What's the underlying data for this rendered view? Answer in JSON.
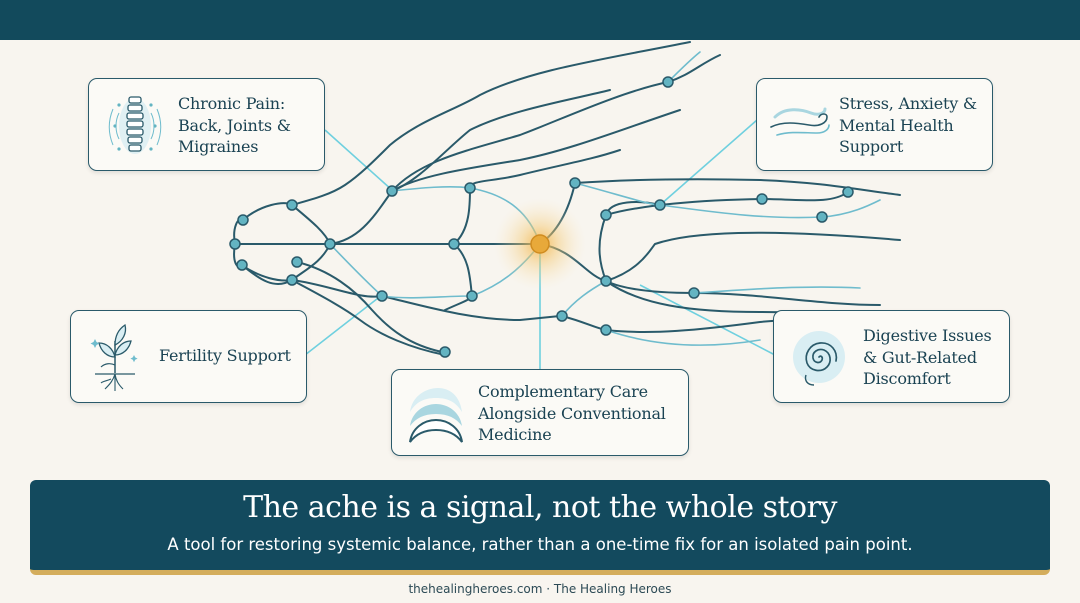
{
  "cards": {
    "chronic_pain": {
      "label": "Chronic Pain:\nBack, Joints &\nMigraines",
      "icon": "spine-icon"
    },
    "stress": {
      "label": "Stress, Anxiety &\nMental Health\nSupport",
      "icon": "wind-waves-icon"
    },
    "fertility": {
      "label": "Fertility Support",
      "icon": "sprout-icon"
    },
    "complementary": {
      "label": "Complementary Care\nAlongside Conventional\nMedicine",
      "icon": "crescent-moons-icon"
    },
    "digestive": {
      "label": "Digestive Issues\n& Gut-Related\nDiscomfort",
      "icon": "spiral-icon"
    }
  },
  "banner": {
    "title": "The ache is a signal, not the whole story",
    "subtitle": "A tool for restoring systemic balance, rather than a one-time fix for an isolated pain point."
  },
  "footer": "thehealingheroes.com · The Healing Heroes",
  "colors": {
    "navy": "#124a5c",
    "line_dark": "#2a5a6a",
    "line_light": "#6fd0df",
    "node": "#63b4c2",
    "glow": "#e8a93a",
    "accent_gold": "#d4ad5c",
    "background": "#f8f5ef"
  }
}
